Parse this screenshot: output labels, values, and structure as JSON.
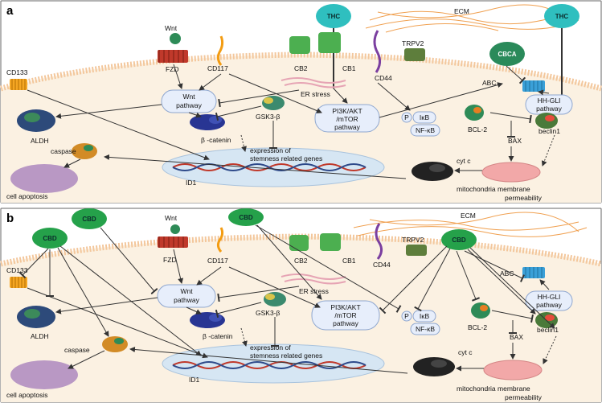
{
  "panels": [
    {
      "tag": "a",
      "drugs": {
        "thc_left": "THC",
        "thc_right": "THC",
        "cbca": "CBCA"
      },
      "labels": {
        "ecm": "ECM",
        "wnt": "Wnt",
        "fzd": "FZD",
        "cd117": "CD117",
        "cb2": "CB2",
        "cb1": "CB1",
        "cd44": "CD44",
        "trpv2": "TRPV2",
        "cd133": "CD133",
        "wnt_pathway_1": "Wnt",
        "wnt_pathway_2": "pathway",
        "er_stress": "ER stress",
        "pi3k_1": "PI3K/AKT",
        "pi3k_2": "/mTOR",
        "pi3k_3": "pathway",
        "abc": "ABC",
        "hh_1": "HH-GLI",
        "hh_2": "pathway",
        "p": "P",
        "ikb": "IκB",
        "nfkb": "NF-κB",
        "gsk3b": "GSK3-β",
        "aldh": "ALDH",
        "bcl2": "BCL-2",
        "bax": "BAX",
        "beclin1": "beclin1",
        "b_catenin": "β -catenin",
        "caspase": "caspase",
        "expr_1": "expression of",
        "expr_2": "stemness related genes",
        "id1": "ID1",
        "cyt_c": "cyt c",
        "mito_1": "mitochondria membrane",
        "mito_2": "permeability",
        "cell_apoptosis": "cell apoptosis"
      }
    },
    {
      "tag": "b",
      "drugs": {
        "cbd_1": "CBD",
        "cbd_2": "CBD",
        "cbd_3": "CBD",
        "cbd_4": "CBD"
      },
      "labels": {
        "ecm": "ECM",
        "wnt": "Wnt",
        "fzd": "FZD",
        "cd117": "CD117",
        "cb2": "CB2",
        "cb1": "CB1",
        "cd44": "CD44",
        "trpv2": "TRPV2",
        "cd133": "CD133",
        "wnt_pathway_1": "Wnt",
        "wnt_pathway_2": "pathway",
        "er_stress": "ER stress",
        "pi3k_1": "PI3K/AKT",
        "pi3k_2": "/mTOR",
        "pi3k_3": "pathway",
        "abc": "ABC",
        "hh_1": "HH-GLI",
        "hh_2": "pathway",
        "p": "P",
        "ikb": "IκB",
        "nfkb": "NF-κB",
        "gsk3b": "GSK3-β",
        "aldh": "ALDH",
        "bcl2": "BCL-2",
        "bax": "BAX",
        "beclin1": "beclin1",
        "b_catenin": "β -catenin",
        "caspase": "caspase",
        "expr_1": "expression of",
        "expr_2": "stemness related genes",
        "id1": "ID1",
        "cyt_c": "cyt c",
        "mito_1": "mitochondria membrane",
        "mito_2": "permeability",
        "cell_apoptosis": "cell apoptosis"
      }
    }
  ],
  "colors": {
    "cytoplasm": "#fbf1e2",
    "membrane": "#f3c79c",
    "thc": "#2fbfbf",
    "cbca": "#2a8a5a",
    "cbd": "#25a14a",
    "pathway_fill": "#e7eefb",
    "pathway_stroke": "#8fa7cf",
    "nucleus": "#d6e6f3",
    "mito": "#f2a8a8",
    "apoptosis": "#b998c4"
  }
}
